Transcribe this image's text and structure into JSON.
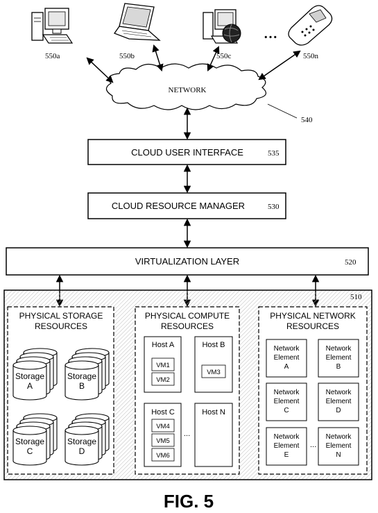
{
  "devices": [
    {
      "id": "550a",
      "label": "550a",
      "kind": "desktop"
    },
    {
      "id": "550b",
      "label": "550b",
      "kind": "laptop"
    },
    {
      "id": "550c",
      "label": "550c",
      "kind": "desktop-globe"
    },
    {
      "id": "550n",
      "label": "550n",
      "kind": "phone"
    }
  ],
  "ellipsis": "…",
  "network": {
    "label": "NETWORK",
    "ref": "540"
  },
  "layers": {
    "cloud_ui": {
      "label": "CLOUD USER INTERFACE",
      "ref": "535"
    },
    "resource_manager": {
      "label": "CLOUD RESOURCE MANAGER",
      "ref": "530"
    },
    "virtualization": {
      "label": "VIRTUALIZATION LAYER",
      "ref": "520"
    }
  },
  "physical": {
    "ref": "510",
    "storage": {
      "title_line1": "PHYSICAL STORAGE",
      "title_line2": "RESOURCES",
      "items": [
        {
          "l1": "Storage",
          "l2": "A"
        },
        {
          "l1": "Storage",
          "l2": "B"
        },
        {
          "l1": "Storage",
          "l2": "C"
        },
        {
          "l1": "Storage",
          "l2": "D"
        }
      ]
    },
    "compute": {
      "title_line1": "PHYSICAL COMPUTE",
      "title_line2": "RESOURCES",
      "hosts": [
        {
          "label": "Host A",
          "vms": [
            "VM1",
            "VM2"
          ]
        },
        {
          "label": "Host B",
          "vms": [
            "VM3"
          ]
        },
        {
          "label": "Host C",
          "vms": [
            "VM4",
            "VM5",
            "VM6"
          ]
        },
        {
          "label": "Host N",
          "vms": []
        }
      ],
      "ellipsis": "..."
    },
    "network": {
      "title_line1": "PHYSICAL NETWORK",
      "title_line2": "RESOURCES",
      "elements": [
        {
          "l1": "Network",
          "l2": "Element",
          "l3": "A"
        },
        {
          "l1": "Network",
          "l2": "Element",
          "l3": "B"
        },
        {
          "l1": "Network",
          "l2": "Element",
          "l3": "C"
        },
        {
          "l1": "Network",
          "l2": "Element",
          "l3": "D"
        },
        {
          "l1": "Network",
          "l2": "Element",
          "l3": "E"
        },
        {
          "l1": "Network",
          "l2": "Element",
          "l3": "N"
        }
      ],
      "ellipsis": "..."
    }
  },
  "figure_label": "FIG. 5"
}
